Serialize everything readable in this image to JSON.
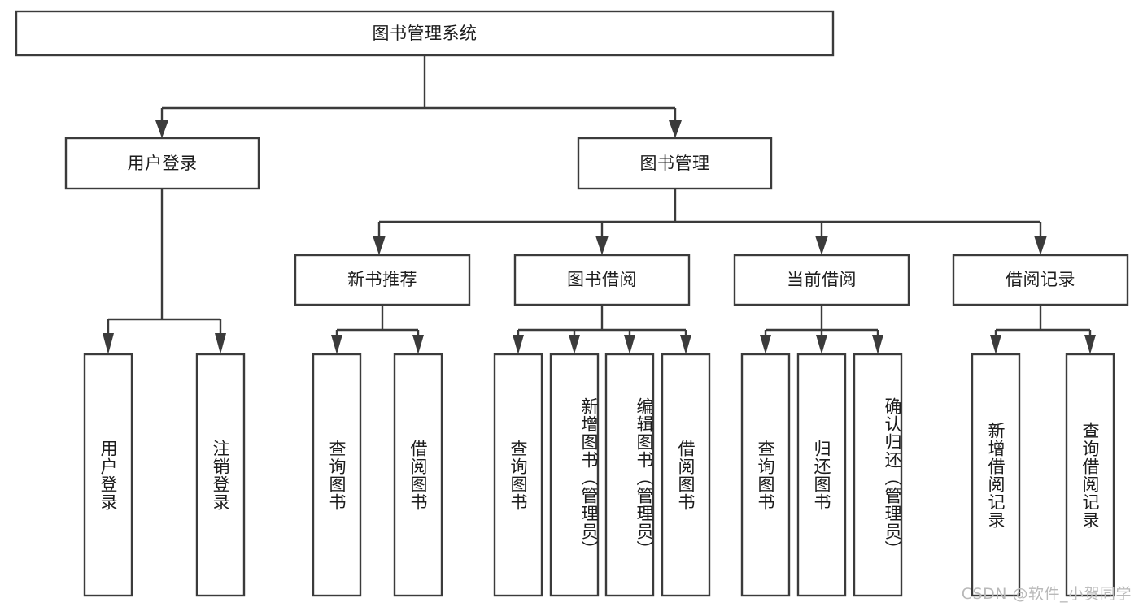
{
  "diagram": {
    "title": "图书管理系统",
    "watermark": "CSDN @软件_小贺同学",
    "colors": {
      "stroke": "#3b3b3b",
      "box_fill": "#ffffff",
      "text": "#1c1c1c",
      "watermark": "#b9b9b9",
      "background": "#ffffff"
    },
    "levels": {
      "root": {
        "label": "图书管理系统"
      },
      "level2": [
        {
          "id": "user-login",
          "label": "用户登录"
        },
        {
          "id": "book-management",
          "label": "图书管理"
        }
      ],
      "level3": [
        {
          "id": "new-book-recommend",
          "label": "新书推荐",
          "parent": "book-management"
        },
        {
          "id": "book-borrow",
          "label": "图书借阅",
          "parent": "book-management"
        },
        {
          "id": "current-borrow",
          "label": "当前借阅",
          "parent": "book-management"
        },
        {
          "id": "borrow-record",
          "label": "借阅记录",
          "parent": "book-management"
        }
      ],
      "leaves": [
        {
          "id": "leaf-user-login",
          "label": "用户登录",
          "parent": "user-login"
        },
        {
          "id": "leaf-logout-login",
          "label": "注销登录",
          "parent": "user-login"
        },
        {
          "id": "leaf-query-book-1",
          "label": "查询图书",
          "parent": "new-book-recommend"
        },
        {
          "id": "leaf-borrow-book-1",
          "label": "借阅图书",
          "parent": "new-book-recommend"
        },
        {
          "id": "leaf-query-book-2",
          "label": "查询图书",
          "parent": "book-borrow"
        },
        {
          "id": "leaf-add-book",
          "label": "新增图书（管理员）",
          "parent": "book-borrow"
        },
        {
          "id": "leaf-edit-book",
          "label": "编辑图书（管理员）",
          "parent": "book-borrow"
        },
        {
          "id": "leaf-borrow-book-2",
          "label": "借阅图书",
          "parent": "book-borrow"
        },
        {
          "id": "leaf-query-book-3",
          "label": "查询图书",
          "parent": "current-borrow"
        },
        {
          "id": "leaf-return-book",
          "label": "归还图书",
          "parent": "current-borrow"
        },
        {
          "id": "leaf-confirm-return",
          "label": "确认归还（管理员）",
          "parent": "current-borrow"
        },
        {
          "id": "leaf-add-record",
          "label": "新增借阅记录",
          "parent": "borrow-record"
        },
        {
          "id": "leaf-query-record",
          "label": "查询借阅记录",
          "parent": "borrow-record"
        }
      ]
    }
  }
}
